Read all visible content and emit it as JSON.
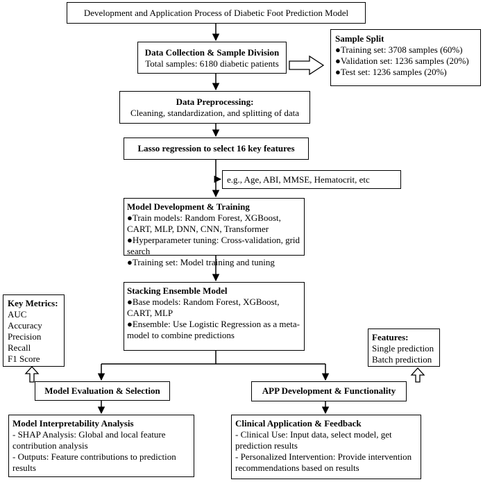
{
  "title": "Development and Application Process of Diabetic Foot Prediction Model",
  "data_collection": {
    "heading": "Data Collection & Sample Division",
    "detail": "Total samples: 6180 diabetic patients"
  },
  "sample_split": {
    "heading": "Sample Split",
    "items": [
      "●Training set: 3708 samples (60%)",
      "●Validation set: 1236 samples (20%)",
      "●Test set: 1236 samples (20%)"
    ]
  },
  "preprocessing": {
    "heading": "Data Preprocessing:",
    "detail": "Cleaning, standardization, and splitting of data"
  },
  "lasso": {
    "heading": "Lasso regression to select 16 key features"
  },
  "features_example": {
    "text": "e.g., Age, ABI, MMSE, Hematocrit, etc"
  },
  "model_development": {
    "heading": "Model Development & Training",
    "items": [
      "●Train models: Random Forest, XGBoost, CART, MLP, DNN, CNN, Transformer",
      "●Hyperparameter tuning: Cross-validation, grid search",
      "●Training set: Model training and tuning"
    ]
  },
  "stacking": {
    "heading": "Stacking Ensemble Model",
    "items": [
      "●Base models: Random Forest, XGBoost, CART, MLP",
      "●Ensemble: Use Logistic Regression as a meta-model to combine predictions"
    ]
  },
  "key_metrics": {
    "heading": "Key Metrics:",
    "items": [
      "AUC",
      "Accuracy",
      "Precision",
      "Recall",
      "F1 Score"
    ]
  },
  "app_features": {
    "heading": "Features:",
    "items": [
      "Single prediction",
      "Batch prediction"
    ]
  },
  "evaluation": {
    "heading": "Model Evaluation & Selection"
  },
  "app_development": {
    "heading": "APP Development & Functionality"
  },
  "interpretability": {
    "heading": "Model Interpretability Analysis",
    "items": [
      "- SHAP Analysis: Global and local feature contribution analysis",
      "- Outputs: Feature contributions to prediction results"
    ]
  },
  "clinical": {
    "heading": "Clinical Application & Feedback",
    "items": [
      "- Clinical Use: Input data, select model, get prediction results",
      "- Personalized Intervention: Provide intervention recommendations based on results"
    ]
  }
}
